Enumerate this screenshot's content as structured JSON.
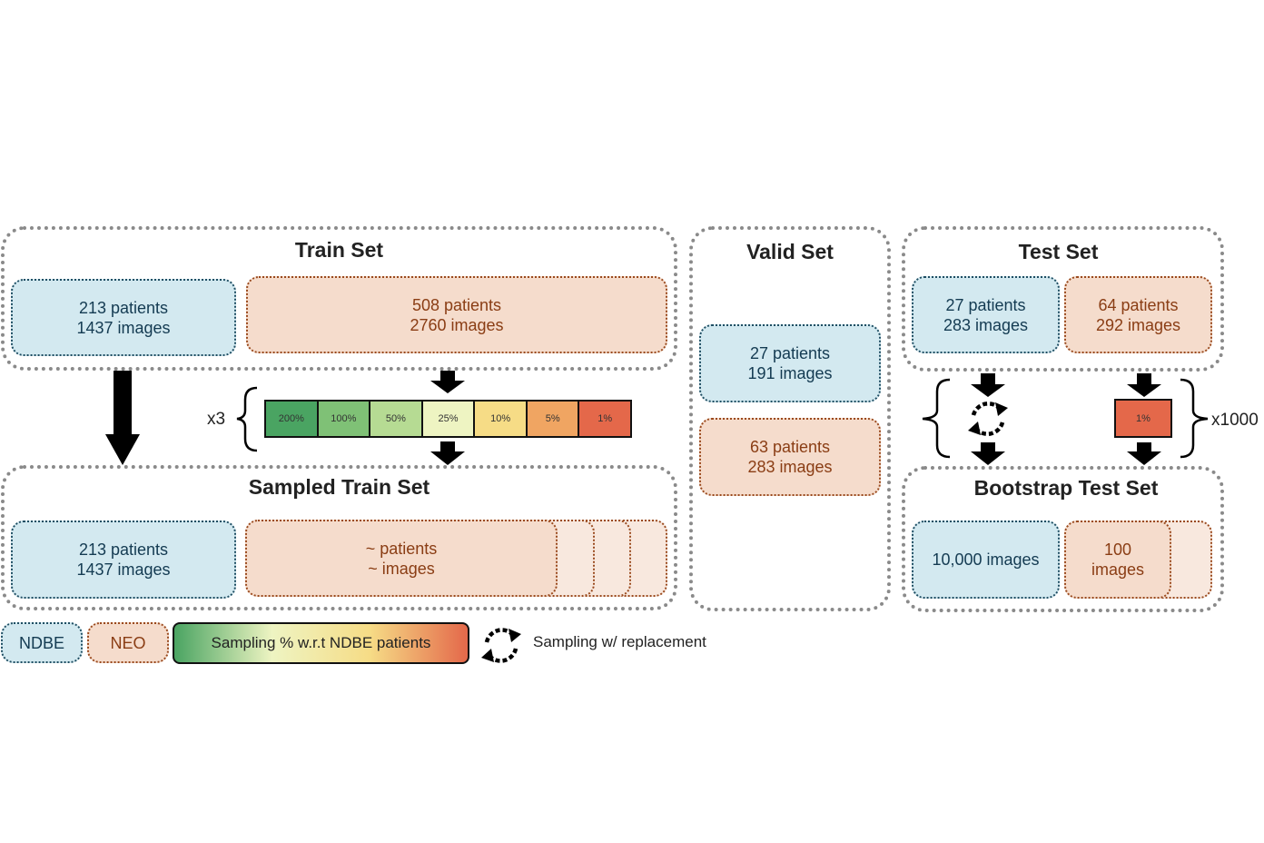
{
  "train": {
    "title": "Train Set",
    "ndbe": {
      "line1": "213 patients",
      "line2": "1437 images"
    },
    "neo": {
      "line1": "508 patients",
      "line2": "2760 images"
    }
  },
  "sampling_bar": {
    "multiplier": "x3",
    "cells": [
      {
        "label": "200%",
        "color": "#4aa462"
      },
      {
        "label": "100%",
        "color": "#7fc176"
      },
      {
        "label": "50%",
        "color": "#b6db93"
      },
      {
        "label": "25%",
        "color": "#eef4c2"
      },
      {
        "label": "10%",
        "color": "#f6dc86"
      },
      {
        "label": "5%",
        "color": "#f0a562"
      },
      {
        "label": "1%",
        "color": "#e4684a"
      }
    ]
  },
  "sampled_train": {
    "title": "Sampled Train Set",
    "ndbe": {
      "line1": "213 patients",
      "line2": "1437 images"
    },
    "neo": {
      "line1": "~ patients",
      "line2": "~ images"
    }
  },
  "valid": {
    "title": "Valid Set",
    "ndbe": {
      "line1": "27 patients",
      "line2": "191 images"
    },
    "neo": {
      "line1": "63 patients",
      "line2": "283 images"
    }
  },
  "test": {
    "title": "Test Set",
    "ndbe": {
      "line1": "27 patients",
      "line2": "283 images"
    },
    "neo": {
      "line1": "64 patients",
      "line2": "292 images"
    }
  },
  "bootstrap": {
    "cell_label": "1%",
    "cell_color": "#e4684a",
    "multiplier": "x1000",
    "title": "Bootstrap Test Set",
    "ndbe": {
      "line1": "10,000 images"
    },
    "neo": {
      "line1": "100",
      "line2": "images"
    }
  },
  "legend": {
    "ndbe": "NDBE",
    "neo": "NEO",
    "gradient_label": "Sampling % w.r.t NDBE patients",
    "gradient_colors": [
      "#4aa462",
      "#eef4c2",
      "#f6dc86",
      "#e4684a"
    ],
    "replacement_label": "Sampling w/ replacement",
    "replacement_icon": "cycle-arrows-icon"
  }
}
